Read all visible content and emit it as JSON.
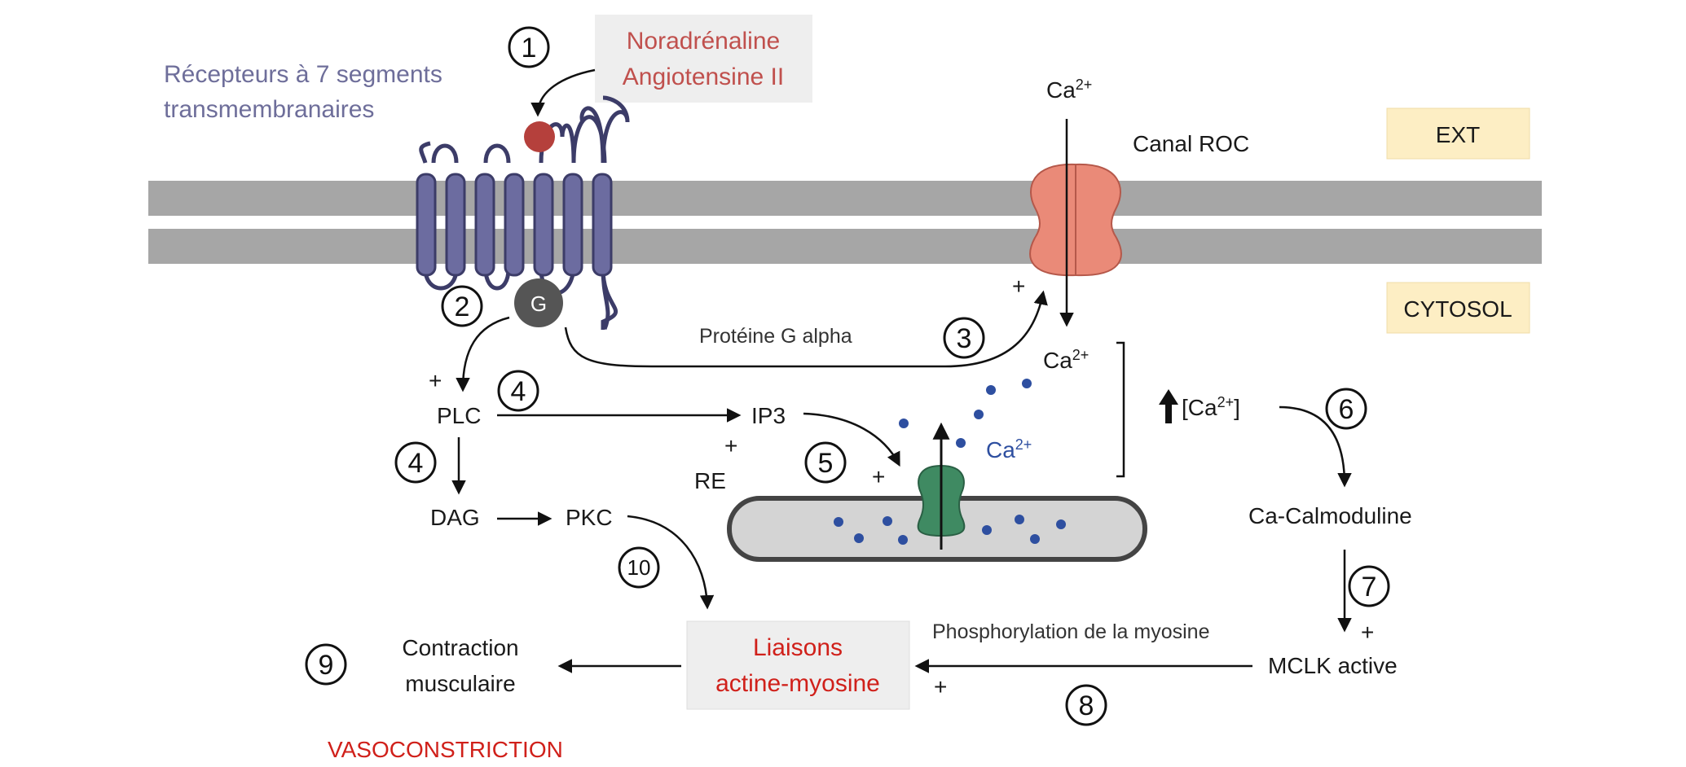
{
  "colors": {
    "membrane": "#a6a6a6",
    "receptor": "#6c6ca0",
    "receptor_stroke": "#3c3c68",
    "ligand": "#b5403c",
    "g_protein": "#555555",
    "roc_channel": "#ea8a78",
    "er_channel": "#3f8a62",
    "calcium_dot": "#2e4fa0",
    "receptor_text": "#6e6e9a",
    "ligand_text": "#c0504d",
    "red_text": "#d0201a",
    "compartment_box": "#fdeec4",
    "highlight_box": "#eeeeee"
  },
  "labels": {
    "receptor_title_1": "Récepteurs à 7 segments",
    "receptor_title_2": "transmembranaires",
    "ligand_1": "Noradrénaline",
    "ligand_2": "Angiotensine II",
    "g_protein": "G",
    "channel_ca": "Ca",
    "channel_name": "Canal ROC",
    "ext": "EXT",
    "cytosol": "CYTOSOL",
    "g_alpha": "Protéine G alpha",
    "cyto_ca": "Ca",
    "rise_ca_open": "[Ca",
    "rise_ca_close": "]",
    "plc": "PLC",
    "ip3": "IP3",
    "re": "RE",
    "er_ca": "Ca",
    "dag": "DAG",
    "pkc": "PKC",
    "calmodulin": "Ca-Calmoduline",
    "mclk": "MCLK active",
    "phospho": "Phosphorylation de la myosine",
    "liaisons_1": "Liaisons",
    "liaisons_2": "actine-myosine",
    "contraction_1": "Contraction",
    "contraction_2": "musculaire",
    "vasoconstriction": "VASOCONSTRICTION",
    "charge_sup": "2+",
    "plus": "+",
    "steps": [
      "1",
      "2",
      "3",
      "4",
      "4",
      "5",
      "6",
      "7",
      "8",
      "9",
      "10"
    ]
  }
}
